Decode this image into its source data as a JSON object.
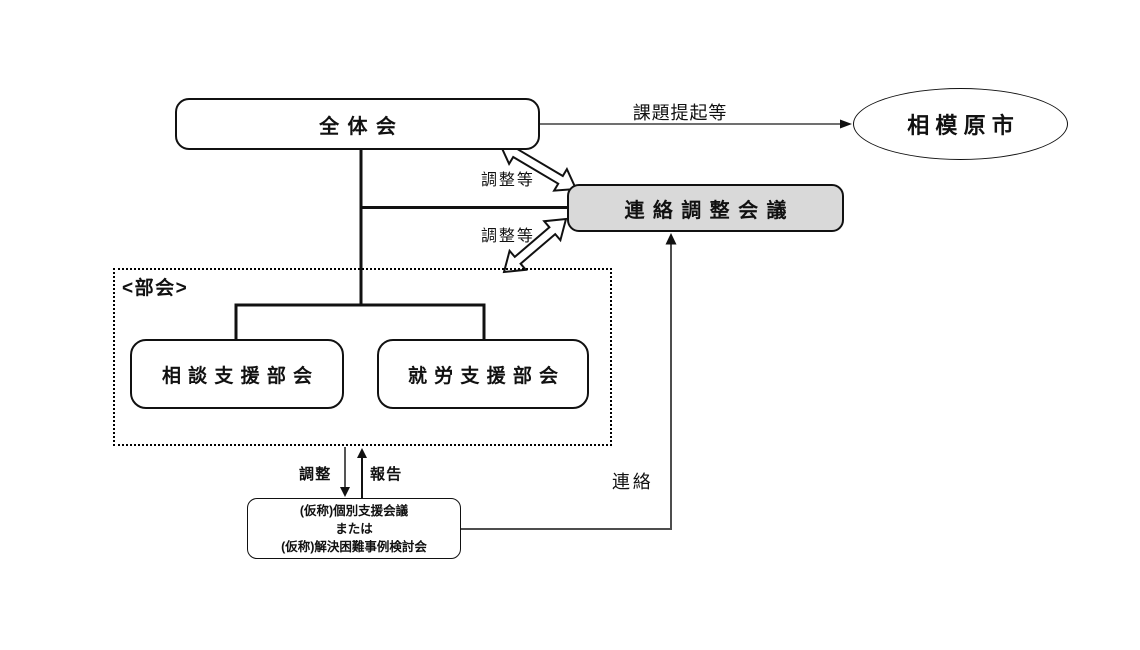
{
  "nodes": {
    "zentaikai": "全体会",
    "sagamihara": "相模原市",
    "renraku_kaigi": "連絡調整会議",
    "bukai_heading": "<部会>",
    "sodan_bukai": "相談支援部会",
    "shuro_bukai": "就労支援部会",
    "kobetsu_line1": "(仮称)個別支援会議",
    "kobetsu_line2": "または",
    "kobetsu_line3": "(仮称)解決困難事例検討会"
  },
  "labels": {
    "kadai_teikito": "課題提起等",
    "choseito_upper": "調整等",
    "choseito_lower": "調整等",
    "chosei": "調整",
    "hokoku": "報告",
    "renraku": "連絡"
  },
  "colors": {
    "background": "#ffffff",
    "box_border": "#111111",
    "gray_box_fill": "#d9d9d9",
    "black_line": "#111111",
    "gray_connector": "#4d4d4d"
  }
}
